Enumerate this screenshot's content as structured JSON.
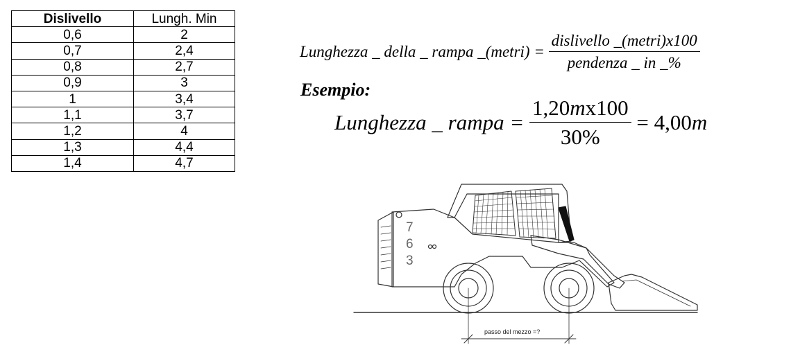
{
  "table": {
    "headers": [
      "Dislivello",
      "Lungh. Min"
    ],
    "rows": [
      [
        "0,6",
        "2"
      ],
      [
        "0,7",
        "2,4"
      ],
      [
        "0,8",
        "2,7"
      ],
      [
        "0,9",
        "3"
      ],
      [
        "1",
        "3,4"
      ],
      [
        "1,1",
        "3,7"
      ],
      [
        "1,2",
        "4"
      ],
      [
        "1,3",
        "4,4"
      ],
      [
        "1,4",
        "4,7"
      ]
    ]
  },
  "formula": {
    "lhs": "Lunghezza _ della _ rampa _(metri) =",
    "numerator": "dislivello _(metri)x100",
    "denominator": "pendenza _ in _%"
  },
  "example": {
    "title": "Esempio:",
    "lhs": "Lunghezza _ rampa =",
    "numerator_value": "1,20",
    "numerator_unit": "m",
    "numerator_rest": "x100",
    "denominator": "30%",
    "result_prefix": "= 4,00",
    "result_unit": "m"
  },
  "drawing": {
    "vehicle_numbers": [
      "7",
      "6",
      "3"
    ],
    "dimension_label": "passo del mezzo =?"
  }
}
